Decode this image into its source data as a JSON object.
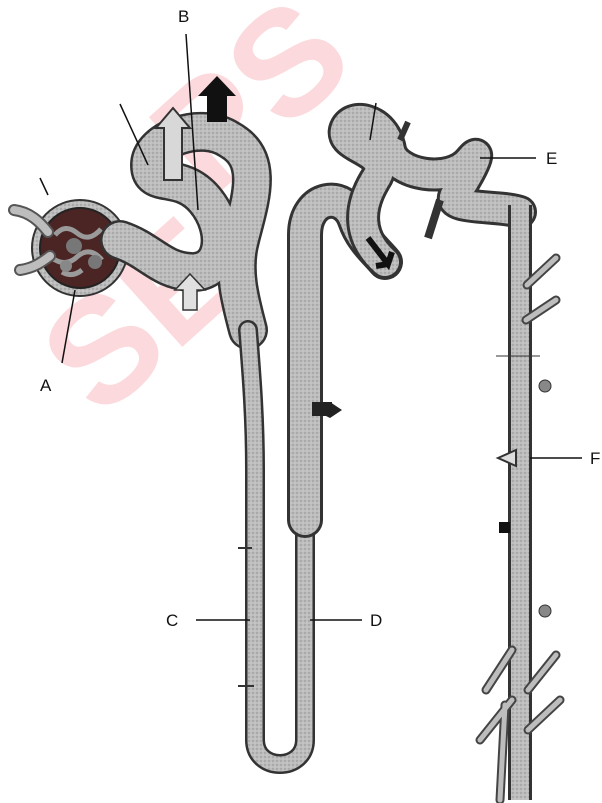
{
  "figure": {
    "labels": {
      "A": "A",
      "B": "B",
      "C": "C",
      "D": "D",
      "E": "E",
      "F": "F"
    },
    "watermark": "SE PS"
  },
  "colors": {
    "tubule_fill": "#b8b8b8",
    "tubule_edge": "#3c3c3c",
    "glomerulus": "#5a2a2a",
    "watermark": "#eb1428"
  }
}
